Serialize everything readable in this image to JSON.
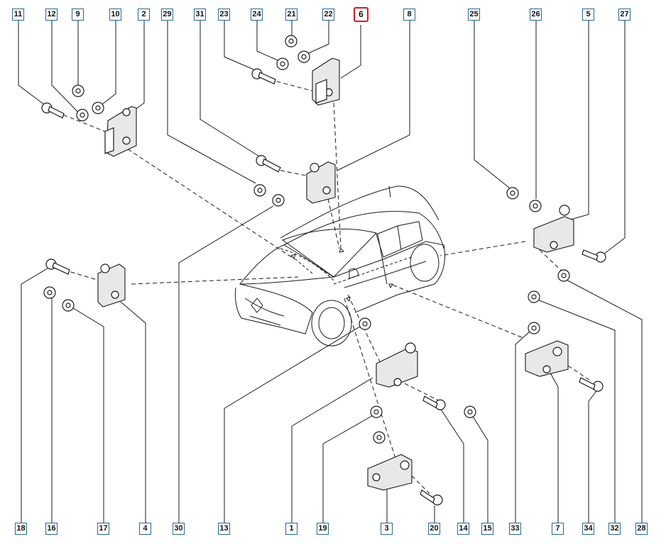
{
  "callouts": [
    {
      "id": "11",
      "highlight": false
    },
    {
      "id": "12",
      "highlight": false
    },
    {
      "id": "9",
      "highlight": false
    },
    {
      "id": "10",
      "highlight": false
    },
    {
      "id": "2",
      "highlight": false
    },
    {
      "id": "29",
      "highlight": false
    },
    {
      "id": "31",
      "highlight": false
    },
    {
      "id": "23",
      "highlight": false
    },
    {
      "id": "24",
      "highlight": false
    },
    {
      "id": "21",
      "highlight": false
    },
    {
      "id": "22",
      "highlight": false
    },
    {
      "id": "6",
      "highlight": true
    },
    {
      "id": "8",
      "highlight": false
    },
    {
      "id": "25",
      "highlight": false
    },
    {
      "id": "26",
      "highlight": false
    },
    {
      "id": "5",
      "highlight": false
    },
    {
      "id": "27",
      "highlight": false
    },
    {
      "id": "18",
      "highlight": false
    },
    {
      "id": "16",
      "highlight": false
    },
    {
      "id": "17",
      "highlight": false
    },
    {
      "id": "4",
      "highlight": false
    },
    {
      "id": "30",
      "highlight": false
    },
    {
      "id": "13",
      "highlight": false
    },
    {
      "id": "1",
      "highlight": false
    },
    {
      "id": "19",
      "highlight": false
    },
    {
      "id": "3",
      "highlight": false
    },
    {
      "id": "20",
      "highlight": false
    },
    {
      "id": "14",
      "highlight": false
    },
    {
      "id": "15",
      "highlight": false
    },
    {
      "id": "33",
      "highlight": false
    },
    {
      "id": "7",
      "highlight": false
    },
    {
      "id": "34",
      "highlight": false
    },
    {
      "id": "32",
      "highlight": false
    },
    {
      "id": "28",
      "highlight": false
    }
  ],
  "colors": {
    "callout_border": "#1f6a9a",
    "highlight_border": "#e0141e",
    "line": "#1a1a1a"
  }
}
